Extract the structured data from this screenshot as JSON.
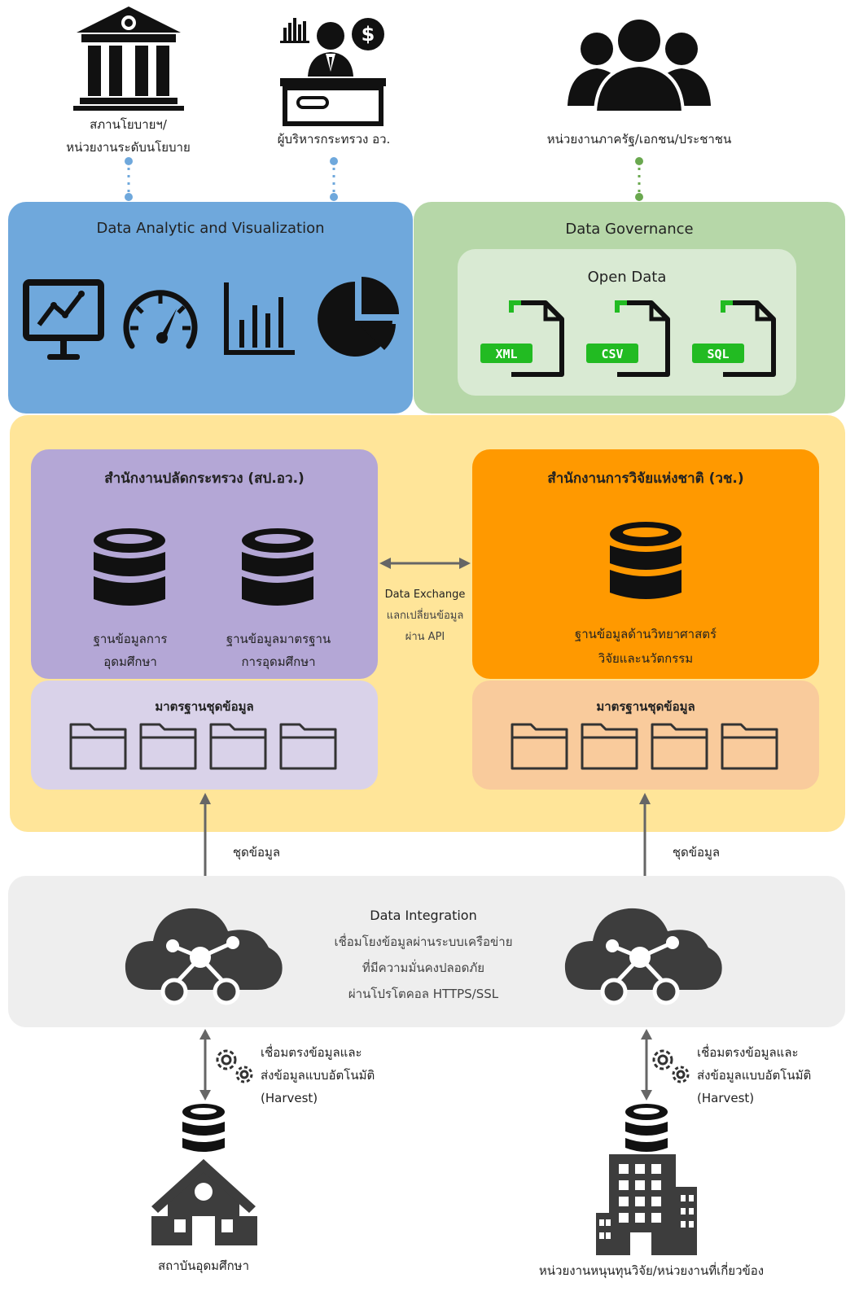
{
  "actors": {
    "policy": {
      "line1": "สภานโยบายฯ/",
      "line2": "หน่วยงานระดับนโยบาย",
      "icon": "government-building-icon"
    },
    "executive": {
      "label": "ผู้บริหารกระทรวง อว.",
      "icon": "executive-desk-icon"
    },
    "public": {
      "label": "หน่วยงานภาครัฐ/เอกชน/ประชาชน",
      "icon": "people-group-icon"
    }
  },
  "analytics": {
    "title": "Data Analytic and Visualization",
    "icons": [
      "presentation-chart-icon",
      "speedometer-icon",
      "bar-chart-icon",
      "pie-chart-icon"
    ],
    "color": "#6fa8dc"
  },
  "governance": {
    "title": "Data Governance",
    "open_data": {
      "title": "Open Data",
      "formats": [
        "XML",
        "CSV",
        "SQL"
      ]
    },
    "color": "#b6d7a8"
  },
  "ministry": {
    "title": "สำนักงานปลัดกระทรวง (สป.อว.)",
    "db1_line1": "ฐานข้อมูลการ",
    "db1_line2": "อุดมศึกษา",
    "db2_line1": "ฐานข้อมูลมาตรฐาน",
    "db2_line2": "การอุดมศึกษา",
    "standards_title": "มาตรฐานชุดข้อมูล",
    "color": "#b4a7d6"
  },
  "nrct": {
    "title": "สำนักงานการวิจัยแห่งชาติ (วช.)",
    "db_line1": "ฐานข้อมูลด้านวิทยาศาสตร์",
    "db_line2": "วิจัยและนวัตกรรม",
    "standards_title": "มาตรฐานชุดข้อมูล",
    "color": "#ff9900"
  },
  "exchange": {
    "line1": "Data Exchange",
    "line2": "แลกเปลี่ยนข้อมูล",
    "line3": "ผ่าน  API"
  },
  "dataset_labels": {
    "left": "ชุดข้อมูล",
    "right": "ชุดข้อมูล"
  },
  "integration": {
    "title": "Data Integration",
    "line1": "เชื่อมโยงข้อมูลผ่านระบบเครือข่าย",
    "line2": "ที่มีความมั่นคงปลอดภัย",
    "line3": "ผ่านโปรโตคอล HTTPS/SSL"
  },
  "harvest_left": {
    "line1": "เชื่อมตรงข้อมูลและ",
    "line2": "ส่งข้อมูลแบบอัตโนมัติ",
    "line3": "(Harvest)"
  },
  "harvest_right": {
    "line1": "เชื่อมตรงข้อมูลและ",
    "line2": "ส่งข้อมูลแบบอัตโนมัติ",
    "line3": "(Harvest)"
  },
  "sources": {
    "university": "สถาบันอุดมศึกษา",
    "research_units": "หน่วยงานหนุนทุนวิจัย/หน่วยงานที่เกี่ยวข้อง"
  },
  "colors": {
    "core_bg": "#ffe599",
    "integration_bg": "#eeeeee",
    "icon_dark": "#3d3d3d",
    "open_data_green": "#22bb22"
  }
}
